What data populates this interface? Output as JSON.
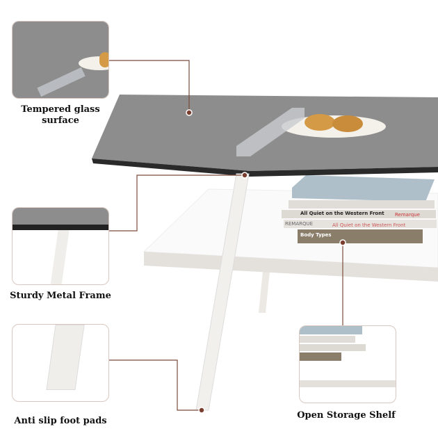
{
  "features": [
    {
      "label": "Tempered glass surface",
      "line1": "Tempered glass",
      "line2": "surface"
    },
    {
      "label": "Sturdy Metal Frame"
    },
    {
      "label": "Anti slip foot pads"
    },
    {
      "label": "Open Storage Shelf"
    }
  ],
  "books": [
    "All Quiet on the Western Front",
    "Remarque",
    "REMARQUE",
    "All Quiet on the Western Front",
    "Body Types"
  ],
  "colors": {
    "glass": "#8a8a8a",
    "glass_edge": "#2a2a2a",
    "frame": "#f2f0ec",
    "connector": "#7a4a3a"
  }
}
